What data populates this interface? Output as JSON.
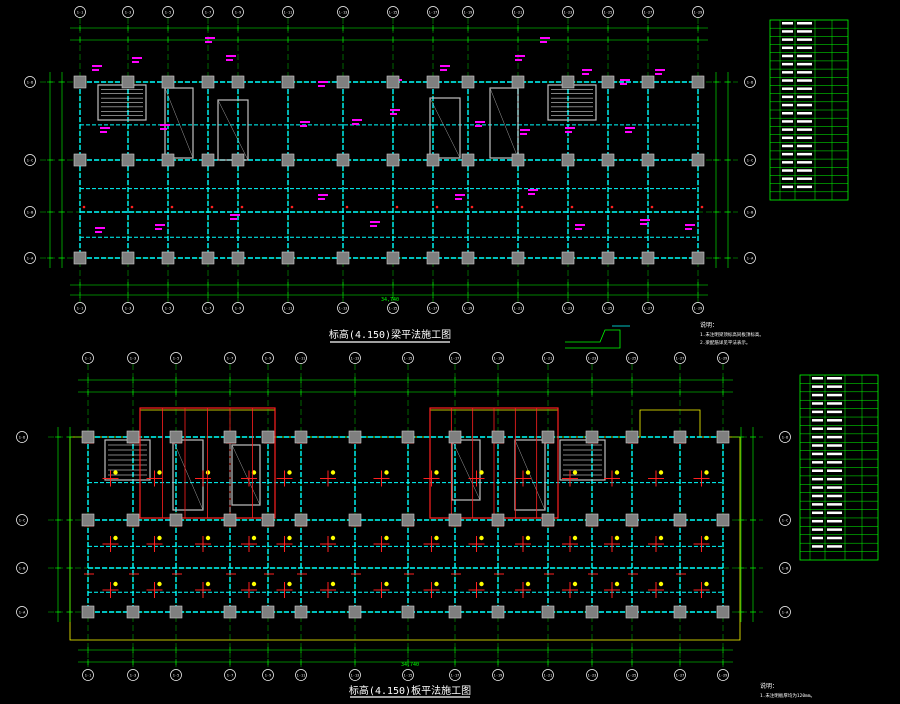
{
  "colors": {
    "background": "#000000",
    "dimension": "#00ff00",
    "column": "#7f7f7f",
    "beam": "#00ffff",
    "rebar": "#ff2020",
    "annotation": "#ff00ff",
    "label": "#ffff00",
    "title": "#ffffff",
    "axis_bubble": "#ffffff"
  },
  "top_plan": {
    "title": "标高(4.150)梁平法施工图",
    "axis_labels_top": [
      "1-1",
      "1-3",
      "1-5",
      "1-7",
      "1-9",
      "1-11",
      "1-13",
      "1-15",
      "1-17",
      "1-19",
      "1-21",
      "1-23",
      "1-25",
      "1-27",
      "1-29"
    ],
    "axis_labels_side": [
      "1-D",
      "1-C",
      "1-B",
      "1-A"
    ],
    "total_dimension": "34,740"
  },
  "bottom_plan": {
    "title": "标高(4.150)板平法施工图",
    "axis_labels_top": [
      "1-1",
      "1-3",
      "1-5",
      "1-7",
      "1-9",
      "1-11",
      "1-13",
      "1-15",
      "1-17",
      "1-19",
      "1-21",
      "1-23",
      "1-25",
      "1-27",
      "1-29"
    ],
    "axis_labels_side": [
      "1-D",
      "1-C",
      "1-B",
      "1-A"
    ],
    "total_dimension": "34,740"
  },
  "notes_top": {
    "heading": "说明：",
    "lines": [
      "1.未注明梁顶标高同板顶标高。",
      "2.梁配筋详见平法表示。"
    ]
  },
  "notes_bottom": {
    "heading": "说明：",
    "lines": [
      "1.未注明板厚均为120mm。"
    ]
  },
  "table_top": {
    "rows": 22
  },
  "table_bottom": {
    "rows": 22
  }
}
